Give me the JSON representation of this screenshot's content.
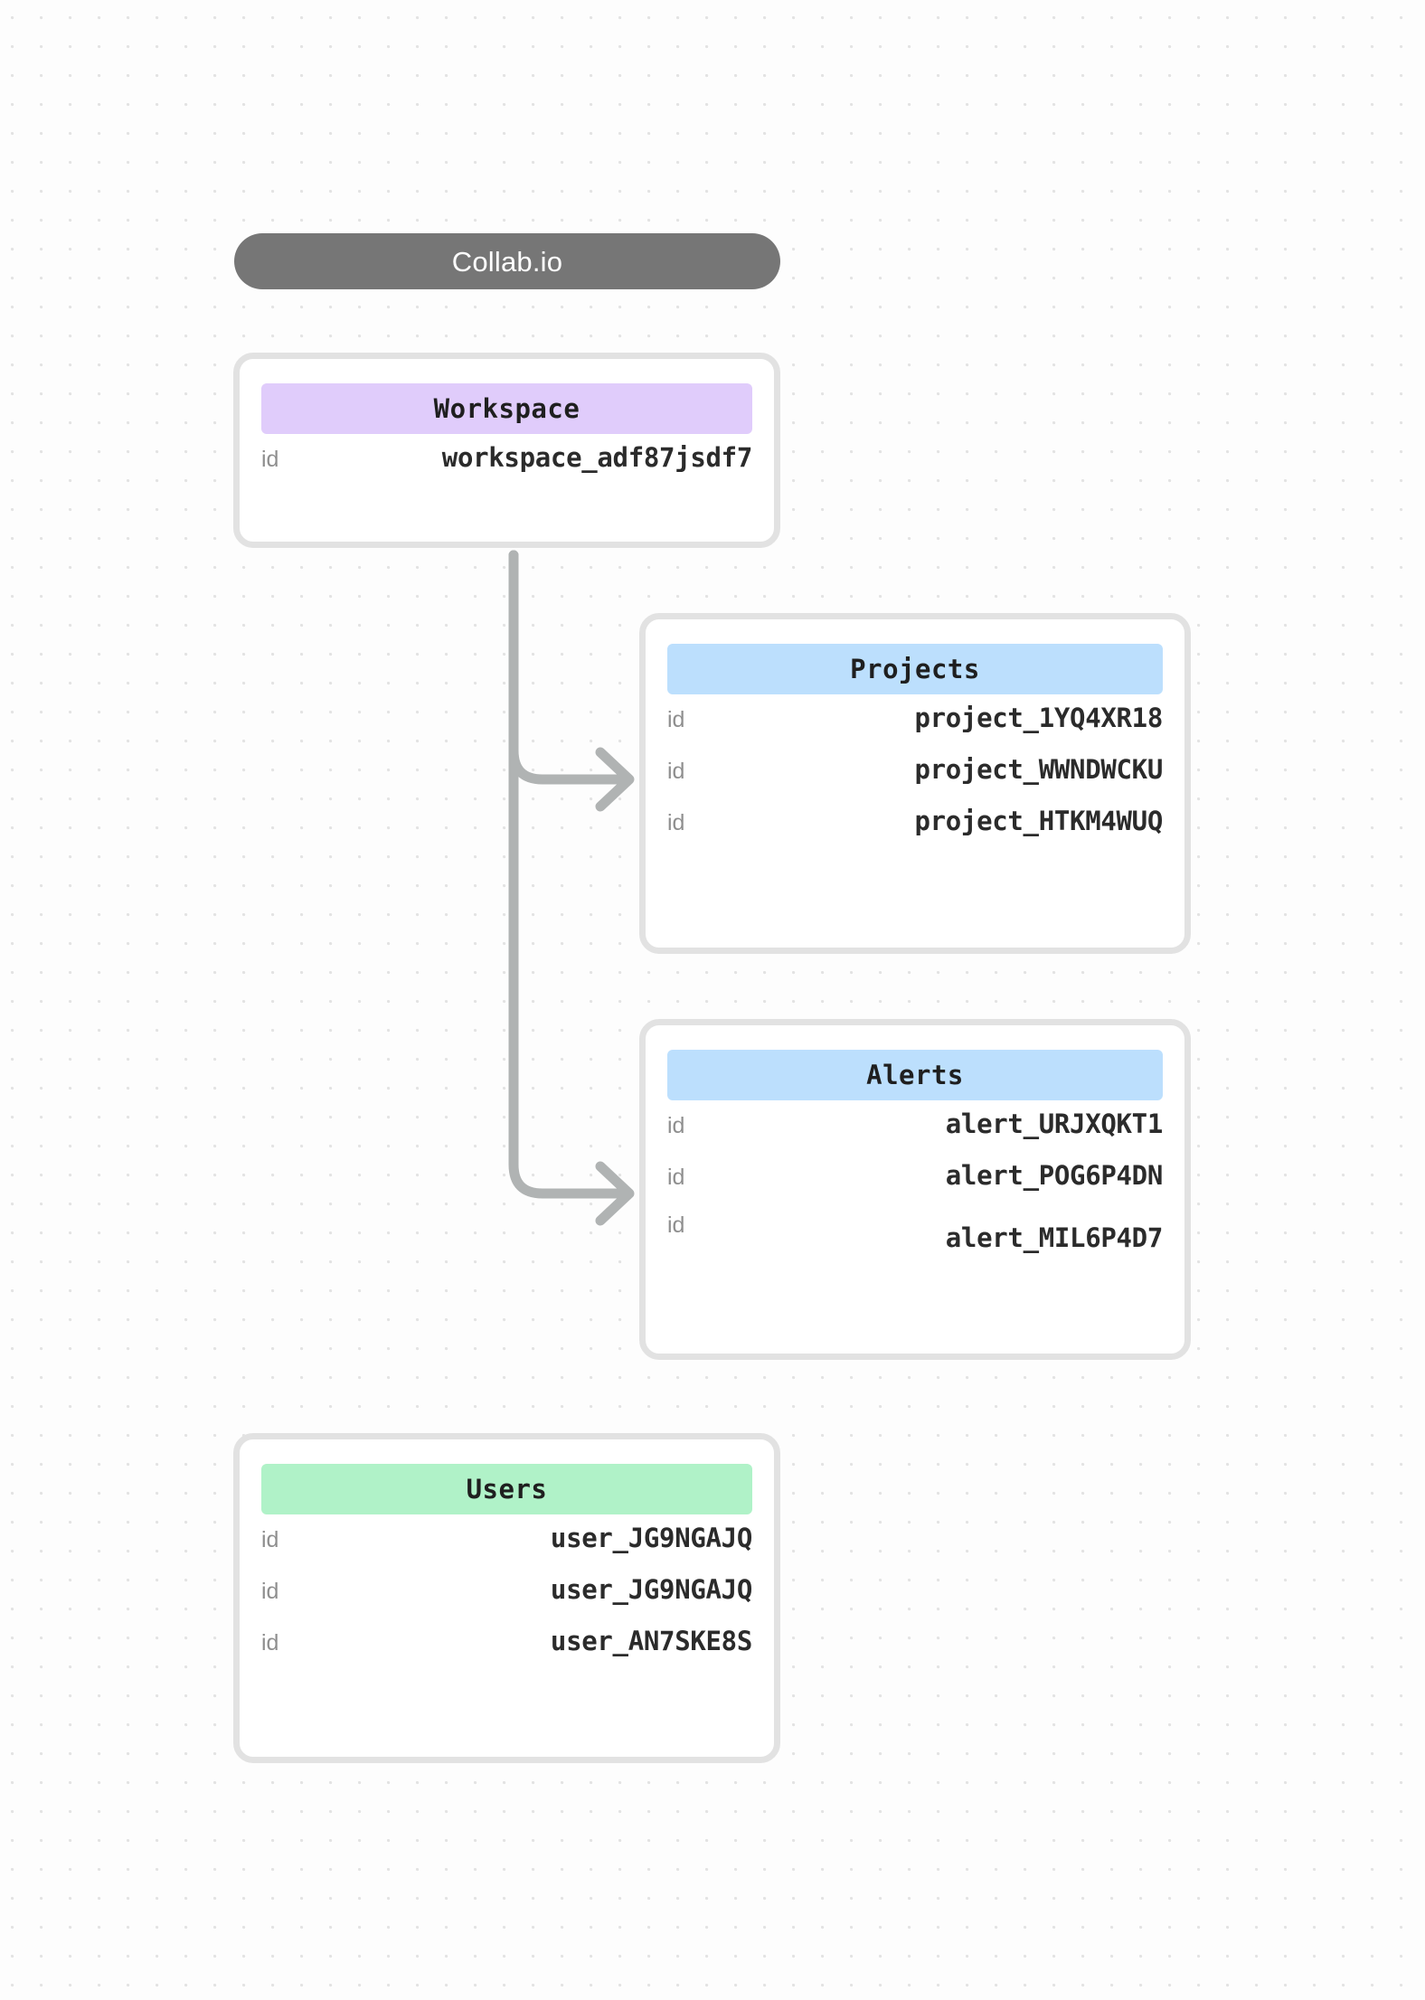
{
  "app": {
    "title": "Collab.io"
  },
  "diagram": {
    "key_label": "id",
    "colors": {
      "title_pill": "#767676",
      "workspace_header": "#e0ccfb",
      "projects_header": "#bcdffd",
      "alerts_header": "#bcdffd",
      "users_header": "#b0f2c8",
      "card_border": "#e2e2e2",
      "connector": "#b0b3b3",
      "background_dot": "#e3e3e3"
    },
    "entities": [
      {
        "name": "Workspace",
        "rows": [
          {
            "key": "id",
            "value": "workspace_adf87jsdf7"
          }
        ]
      },
      {
        "name": "Projects",
        "rows": [
          {
            "key": "id",
            "value": "project_1YQ4XR18"
          },
          {
            "key": "id",
            "value": "project_WWNDWCKU"
          },
          {
            "key": "id",
            "value": "project_HTKM4WUQ"
          }
        ]
      },
      {
        "name": "Alerts",
        "rows": [
          {
            "key": "id",
            "value": "alert_URJXQKT1"
          },
          {
            "key": "id",
            "value": "alert_POG6P4DN"
          },
          {
            "key": "id",
            "value": "alert_MIL6P4D7"
          }
        ]
      },
      {
        "name": "Users",
        "rows": [
          {
            "key": "id",
            "value": "user_JG9NGAJQ"
          },
          {
            "key": "id",
            "value": "user_JG9NGAJQ"
          },
          {
            "key": "id",
            "value": "user_AN7SKE8S"
          }
        ]
      }
    ],
    "connections": [
      {
        "from": "Workspace",
        "to": "Projects"
      },
      {
        "from": "Workspace",
        "to": "Alerts"
      }
    ]
  }
}
